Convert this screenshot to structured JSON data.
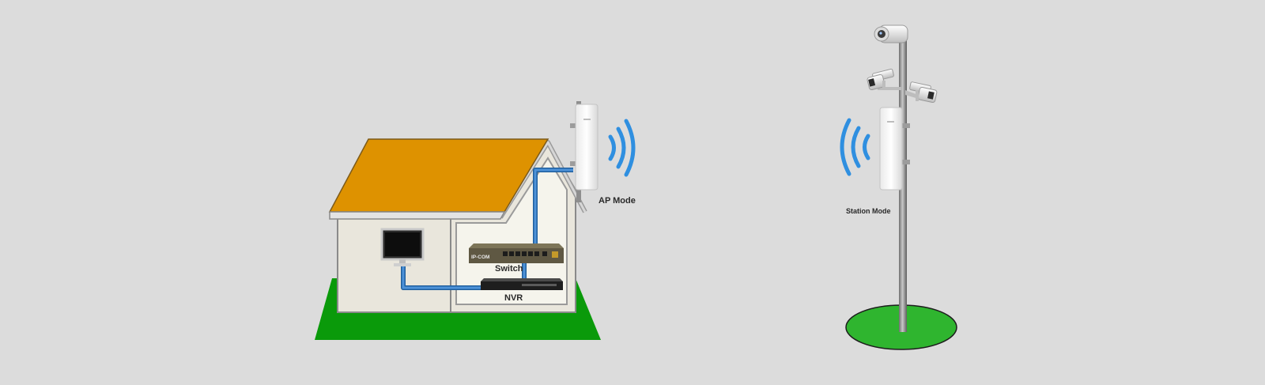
{
  "labels": {
    "ap_mode": "AP Mode",
    "station_mode": "Station Mode",
    "switch": "Switch",
    "nvr": "NVR",
    "switch_brand": "IP-COM"
  },
  "colors": {
    "background": "#dcdcdc",
    "roof": "#de9200",
    "grass": "#0a9a0a",
    "pole_grass": "#2fb52f",
    "cable": "#2f78c2",
    "wifi": "#2f8fe0",
    "house_wall": "#e9e6dc",
    "house_interior": "#f5f4ec"
  }
}
